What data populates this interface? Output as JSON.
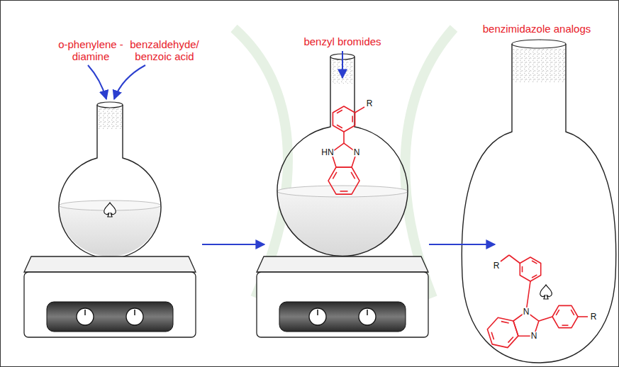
{
  "diagram": {
    "labels": [
      "o-phenylene -diamine",
      "benzaldehyde/ benzoic acid",
      "benzyl bromides",
      "benzimidazole analogs",
      "R",
      "HN",
      "N",
      "R",
      "N",
      "N",
      "R"
    ]
  }
}
